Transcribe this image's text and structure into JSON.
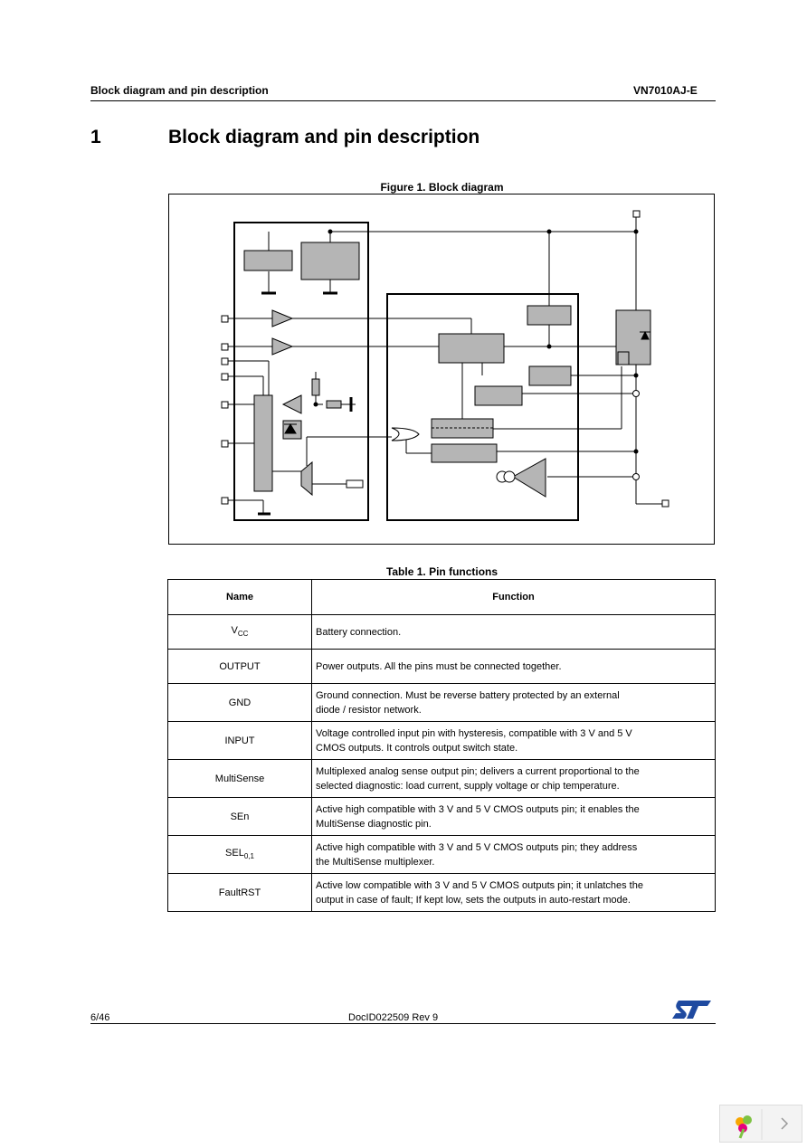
{
  "header": {
    "left": "Block diagram and pin description",
    "right": "VN7010AJ-E"
  },
  "section": {
    "number": "1",
    "title": "Block diagram and pin description"
  },
  "figure": {
    "caption": "Figure 1. Block diagram"
  },
  "table": {
    "caption": "Table 1. Pin functions",
    "headers": {
      "name": "Name",
      "function": "Function"
    },
    "rows": [
      {
        "name": "V",
        "name_sub": "CC",
        "function_1": "Battery connection.",
        "function_2": ""
      },
      {
        "name": "OUTPUT",
        "name_sub": "",
        "function_1": "Power outputs. All the pins must be connected together.",
        "function_2": ""
      },
      {
        "name": "GND",
        "name_sub": "",
        "function_1": "Ground connection. Must be reverse battery protected by an external",
        "function_2": "diode / resistor network."
      },
      {
        "name": "INPUT",
        "name_sub": "",
        "function_1": "Voltage controlled input pin with hysteresis, compatible with 3 V and 5 V",
        "function_2": "CMOS outputs. It controls output switch state."
      },
      {
        "name": "MultiSense",
        "name_sub": "",
        "function_1": "Multiplexed analog sense output pin; delivers a current proportional to the",
        "function_2": "selected diagnostic: load current, supply voltage or chip temperature."
      },
      {
        "name": "SEn",
        "name_sub": "",
        "function_1": "Active high compatible with 3 V and 5 V CMOS outputs pin; it enables the",
        "function_2": "MultiSense diagnostic pin."
      },
      {
        "name": "SEL",
        "name_sub": "0,1",
        "function_1": "Active high compatible with 3 V and 5 V CMOS outputs pin; they address",
        "function_2": "the MultiSense multiplexer."
      },
      {
        "name": "FaultRST",
        "name_sub": "",
        "function_1": "Active low compatible with 3 V and 5 V CMOS outputs pin; it unlatches the",
        "function_2": "output in case of fault; If kept low, sets the outputs in auto-restart mode."
      }
    ]
  },
  "footer": {
    "page": "6/46",
    "doc": "DocID022509 Rev 9"
  },
  "colors": {
    "block_fill": "#b5b5b5",
    "line": "#000000",
    "logo": "#1f4aa0"
  }
}
